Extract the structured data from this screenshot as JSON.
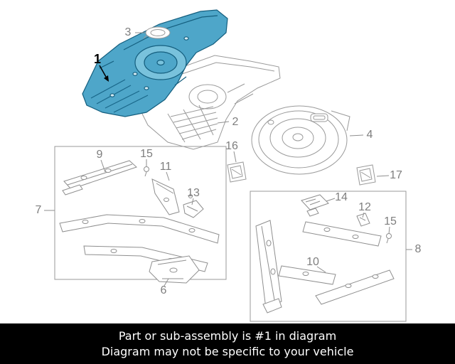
{
  "diagram": {
    "highlighted_part": "1",
    "highlight_fill": "#4ea6c9",
    "highlight_stroke": "#145e7e",
    "line_color": "#8f8f8f",
    "callouts": [
      {
        "label": "1",
        "highlighted": true
      },
      {
        "label": "2"
      },
      {
        "label": "3"
      },
      {
        "label": "4"
      },
      {
        "label": "6"
      },
      {
        "label": "7"
      },
      {
        "label": "8"
      },
      {
        "label": "9"
      },
      {
        "label": "10"
      },
      {
        "label": "11"
      },
      {
        "label": "12"
      },
      {
        "label": "13"
      },
      {
        "label": "14"
      },
      {
        "label": "15"
      },
      {
        "label": "15"
      },
      {
        "label": "16"
      },
      {
        "label": "17"
      }
    ]
  },
  "footer": {
    "bg_color": "#000000",
    "text_color": "#ffffff",
    "line1": "Part or sub-assembly is #1 in diagram",
    "line2": "Diagram may not be specific to your vehicle"
  }
}
